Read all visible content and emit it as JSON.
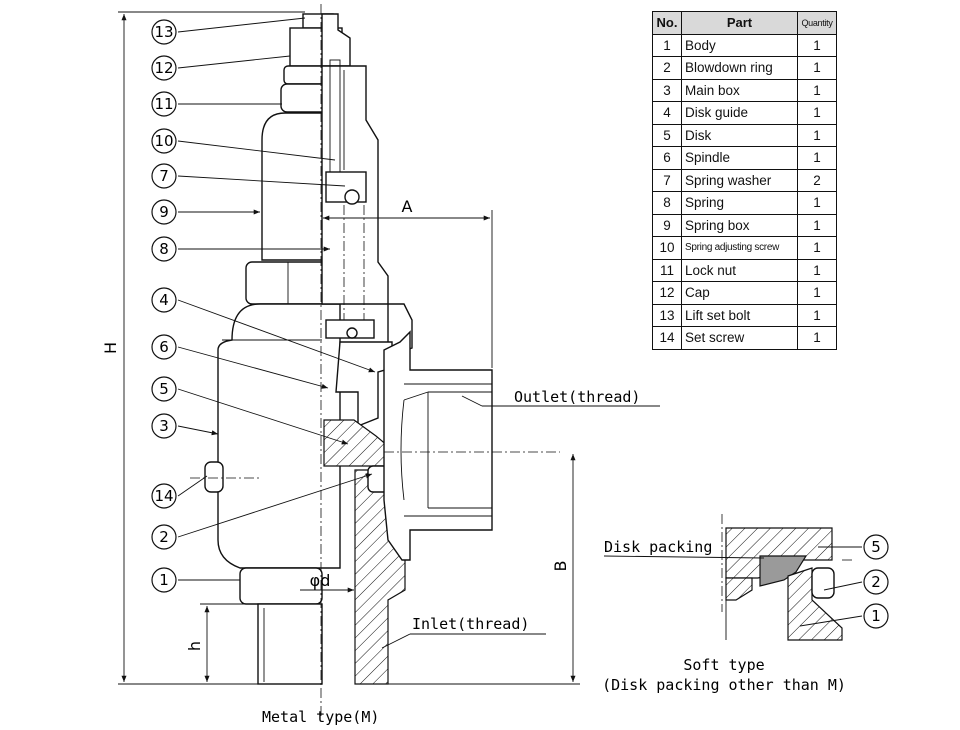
{
  "parts_table": {
    "headers": {
      "no": "No.",
      "part": "Part",
      "quantity": "Quantity"
    },
    "rows": [
      {
        "no": "1",
        "part": "Body",
        "quantity": "1"
      },
      {
        "no": "2",
        "part": "Blowdown ring",
        "quantity": "1"
      },
      {
        "no": "3",
        "part": "Main box",
        "quantity": "1"
      },
      {
        "no": "4",
        "part": "Disk guide",
        "quantity": "1"
      },
      {
        "no": "5",
        "part": "Disk",
        "quantity": "1"
      },
      {
        "no": "6",
        "part": "Spindle",
        "quantity": "1"
      },
      {
        "no": "7",
        "part": "Spring washer",
        "quantity": "2"
      },
      {
        "no": "8",
        "part": "Spring",
        "quantity": "1"
      },
      {
        "no": "9",
        "part": "Spring box",
        "quantity": "1"
      },
      {
        "no": "10",
        "part": "Spring adjusting screw",
        "quantity": "1"
      },
      {
        "no": "11",
        "part": "Lock nut",
        "quantity": "1"
      },
      {
        "no": "12",
        "part": "Cap",
        "quantity": "1"
      },
      {
        "no": "13",
        "part": "Lift set bolt",
        "quantity": "1"
      },
      {
        "no": "14",
        "part": "Set screw",
        "quantity": "1"
      }
    ]
  },
  "callouts": {
    "main": [
      "13",
      "12",
      "11",
      "10",
      "7",
      "9",
      "8",
      "4",
      "6",
      "5",
      "3",
      "14",
      "2",
      "1"
    ],
    "detail": [
      "5",
      "2",
      "1"
    ]
  },
  "dimensions": {
    "H": "H",
    "A": "A",
    "B": "B",
    "h": "h",
    "d": "φd"
  },
  "labels": {
    "outlet": "Outlet(thread)",
    "inlet": "Inlet(thread)",
    "metal_type": "Metal type(M)",
    "disk_packing": "Disk packing",
    "soft_type": "Soft type",
    "soft_type_note": "(Disk packing other than M)"
  }
}
